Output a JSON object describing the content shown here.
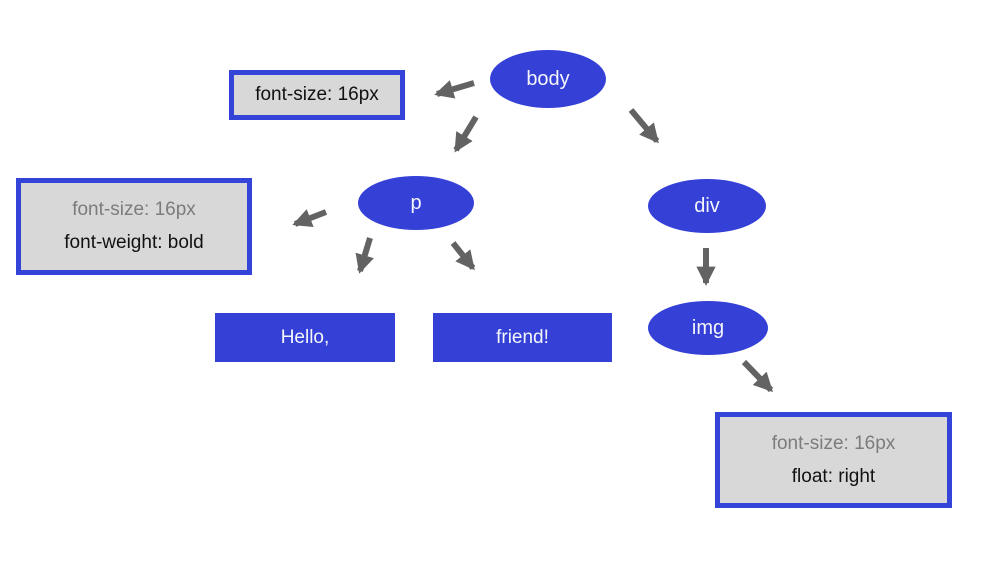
{
  "colors": {
    "node_blue": "#3440d6",
    "box_border_blue": "#3444d8",
    "box_background_gray": "#d8d8d8",
    "arrow_gray": "#636363",
    "inherited_text_gray": "#7c7c7c",
    "declared_text_black": "#111111",
    "background": "#ffffff",
    "node_text_white": "#f4f6fb"
  },
  "diagram": {
    "type": "dom-tree-css-inheritance",
    "element_nodes": {
      "body": {
        "label": "body"
      },
      "p": {
        "label": "p"
      },
      "div": {
        "label": "div"
      },
      "img": {
        "label": "img"
      }
    },
    "style_boxes": {
      "body": {
        "lines": [
          {
            "text": "font-size: 16px",
            "inherited": false
          }
        ]
      },
      "p": {
        "lines": [
          {
            "text": "font-size: 16px",
            "inherited": true
          },
          {
            "text": "font-weight: bold",
            "inherited": false
          }
        ]
      },
      "img": {
        "lines": [
          {
            "text": "font-size: 16px",
            "inherited": true
          },
          {
            "text": "float: right",
            "inherited": false
          }
        ]
      }
    },
    "text_nodes": {
      "hello": {
        "label": "Hello,"
      },
      "friend": {
        "label": "friend!"
      }
    },
    "edges": [
      {
        "from": "body",
        "to": "body-style-box"
      },
      {
        "from": "body",
        "to": "p"
      },
      {
        "from": "body",
        "to": "div"
      },
      {
        "from": "p",
        "to": "p-style-box"
      },
      {
        "from": "p",
        "to": "text-node-hello"
      },
      {
        "from": "p",
        "to": "text-node-friend"
      },
      {
        "from": "div",
        "to": "img"
      },
      {
        "from": "img",
        "to": "img-style-box"
      }
    ]
  }
}
